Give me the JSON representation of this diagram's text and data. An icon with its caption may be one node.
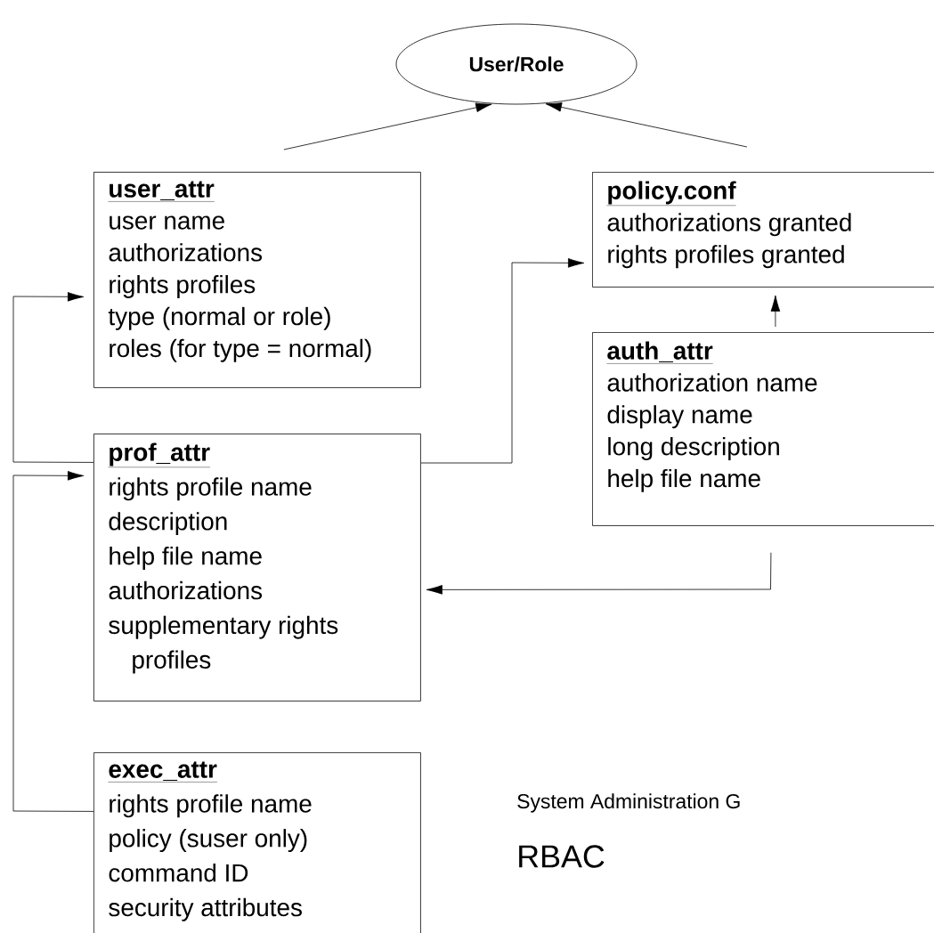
{
  "diagram": {
    "nodes": [
      {
        "text": [
          "User/Role"
        ]
      },
      {
        "text": [
          "user_attr",
          "user name",
          "authorizations",
          "rights profiles",
          "type (normal or role)",
          "roles (for type = normal)"
        ]
      },
      {
        "text": [
          "policy.conf",
          "authorizations granted",
          "rights profiles granted"
        ]
      },
      {
        "text": [
          "auth_attr",
          "authorization name",
          "display name",
          "long description",
          "help file name"
        ]
      },
      {
        "text": [
          "prof_attr",
          "rights profile name",
          "description",
          "help file name",
          "authorizations",
          "supplementary rights profiles"
        ]
      },
      {
        "text": [
          "exec_attr",
          "rights profile name",
          "policy (suser only)",
          "command ID",
          "security attributes"
        ]
      }
    ],
    "edges": [
      {
        "from": 1,
        "to": 0,
        "arrow": "to"
      },
      {
        "from": 2,
        "to": 0,
        "arrow": "to"
      },
      {
        "from": 4,
        "to": 2,
        "arrow": "to"
      },
      {
        "from": 3,
        "to": 2,
        "arrow": "to"
      },
      {
        "from": 3,
        "to": 4,
        "arrow": "to"
      },
      {
        "from": 4,
        "to": 1,
        "arrow": "to"
      },
      {
        "from": 5,
        "to": 4,
        "arrow": "to"
      }
    ],
    "labels": [
      "System Administration G",
      "RBAC"
    ]
  }
}
